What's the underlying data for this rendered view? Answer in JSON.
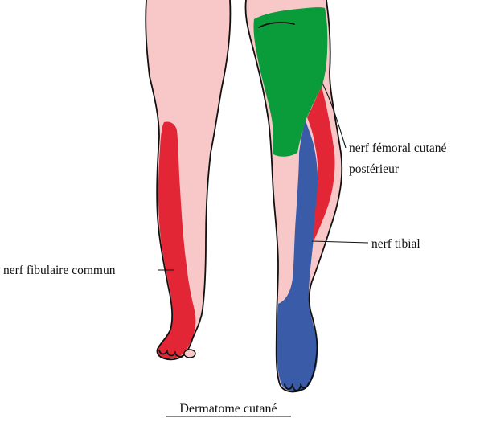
{
  "labels": {
    "fibulaire": "nerf fibulaire commun",
    "femoral_line1": "nerf fémoral cutané",
    "femoral_line2": "postérieur",
    "tibial": "nerf tibial"
  },
  "title": "Dermatome cutané",
  "colors": {
    "skin": "#f8c8c8",
    "fibulaire": "#e32636",
    "femoral": "#0a9b3a",
    "tibial": "#3a5ba8",
    "outline": "#111111"
  }
}
